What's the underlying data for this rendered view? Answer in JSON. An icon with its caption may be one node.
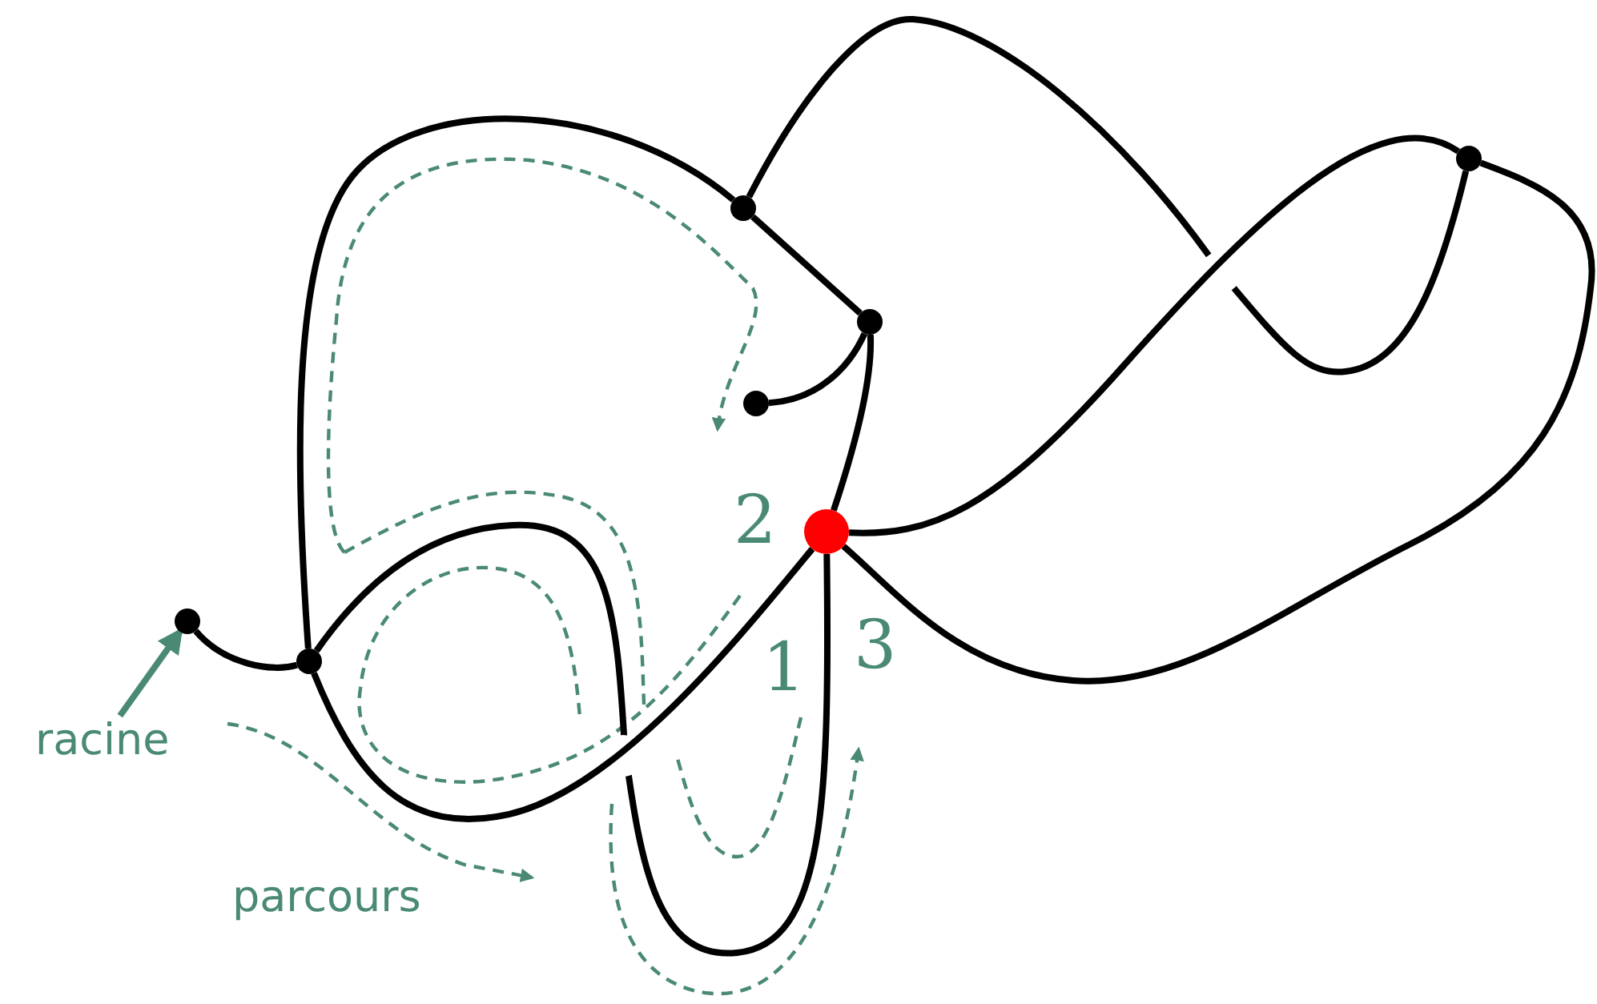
{
  "diagram": {
    "nodes": [
      {
        "text": [
          "racine"
        ]
      },
      {
        "text": [],
        "shape": "circle"
      },
      {
        "text": [],
        "shape": "circle"
      },
      {
        "text": [],
        "shape": "circle"
      },
      {
        "text": [],
        "shape": "circle"
      },
      {
        "text": [],
        "shape": "circle"
      },
      {
        "text": [],
        "shape": "circle"
      },
      {
        "text": [],
        "shape": "circle"
      }
    ],
    "edges": [
      {
        "from": 0,
        "to": 1,
        "arrow": "to",
        "color": "#4a8a74"
      },
      {
        "from": 1,
        "to": 2,
        "arrow": "none"
      },
      {
        "from": 2,
        "to": 3,
        "arrow": "none"
      },
      {
        "from": 2,
        "to": 6,
        "arrow": "none"
      },
      {
        "from": 2,
        "to": 6,
        "arrow": "none"
      },
      {
        "from": 3,
        "to": 4,
        "arrow": "none"
      },
      {
        "from": 3,
        "to": 7,
        "arrow": "none"
      },
      {
        "from": 4,
        "to": 5,
        "arrow": "none"
      },
      {
        "from": 4,
        "to": 6,
        "arrow": "none"
      },
      {
        "from": 6,
        "to": 7,
        "arrow": "none"
      },
      {
        "from": 6,
        "to": 7,
        "arrow": "none"
      }
    ],
    "labels": [
      "2",
      "1",
      "3",
      "parcours"
    ]
  }
}
